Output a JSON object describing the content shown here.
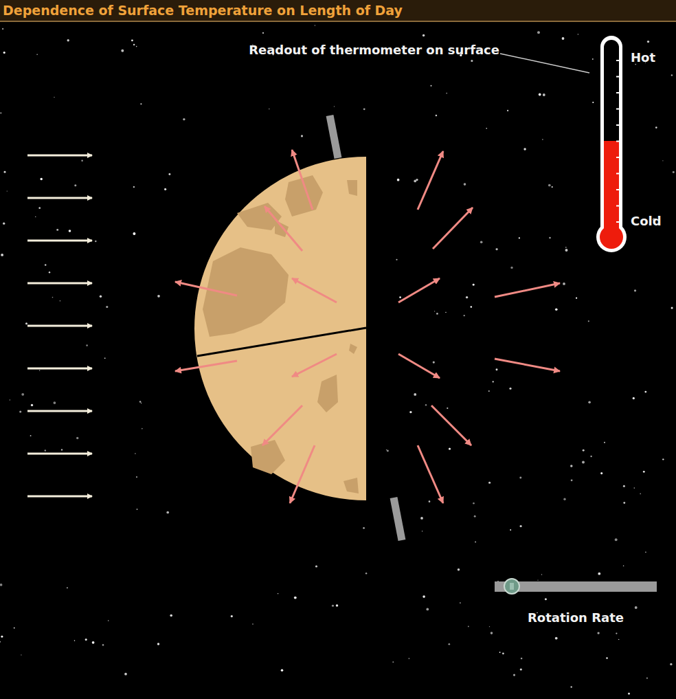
{
  "diagram": {
    "title": "Dependence of Surface Temperature on Length of Day",
    "labels": [
      "Readout of thermometer on surface",
      "Hot",
      "Cold",
      "Rotation Rate"
    ]
  }
}
